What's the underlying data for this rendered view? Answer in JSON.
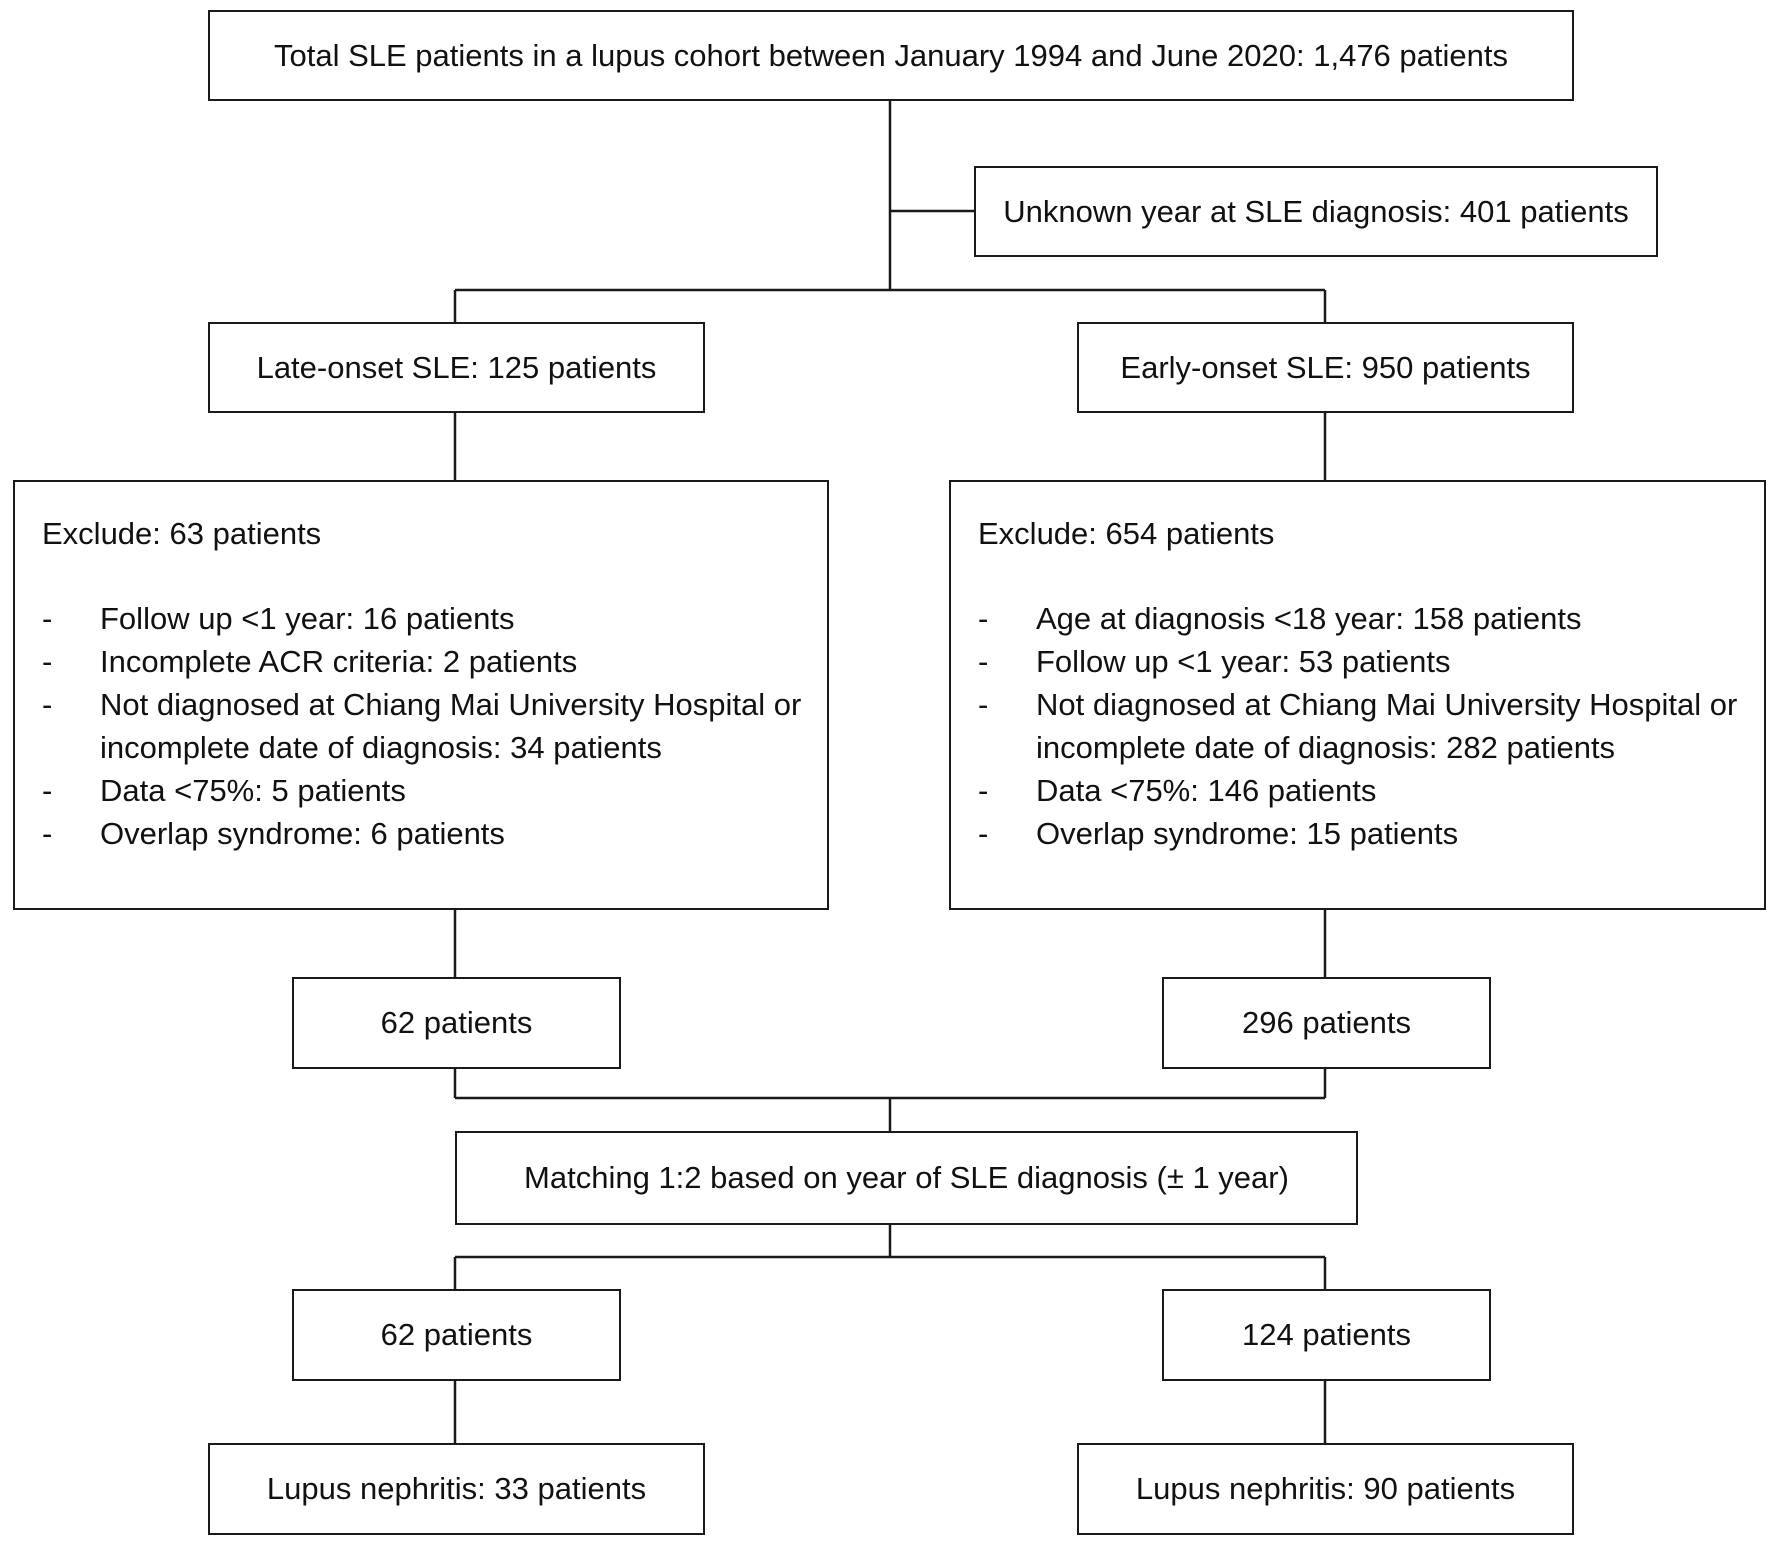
{
  "nodes": {
    "total": "Total SLE patients in a lupus cohort between January 1994 and June 2020: 1,476 patients",
    "unknown": "Unknown year at SLE diagnosis: 401 patients",
    "late_onset": "Late-onset SLE: 125 patients",
    "early_onset": "Early-onset SLE: 950 patients",
    "late_exclude": {
      "title": "Exclude: 63 patients",
      "items": [
        "Follow up <1 year: 16 patients",
        "Incomplete ACR criteria: 2 patients",
        "Not diagnosed at Chiang Mai University Hospital or incomplete date of diagnosis: 34 patients",
        "Data <75%: 5 patients",
        "Overlap syndrome: 6 patients"
      ]
    },
    "early_exclude": {
      "title": "Exclude: 654 patients",
      "items": [
        "Age at diagnosis <18 year: 158 patients",
        "Follow up <1 year: 53 patients",
        "Not diagnosed at Chiang Mai University Hospital or incomplete date of diagnosis:  282 patients",
        "Data <75%: 146 patients",
        "Overlap syndrome: 15 patients"
      ]
    },
    "late_remaining": "62 patients",
    "early_remaining": "296 patients",
    "matching": "Matching 1:2 based on year of SLE diagnosis (± 1 year)",
    "late_matched": "62 patients",
    "early_matched": "124 patients",
    "late_nephritis": "Lupus nephritis: 33 patients",
    "early_nephritis": "Lupus nephritis: 90 patients"
  }
}
